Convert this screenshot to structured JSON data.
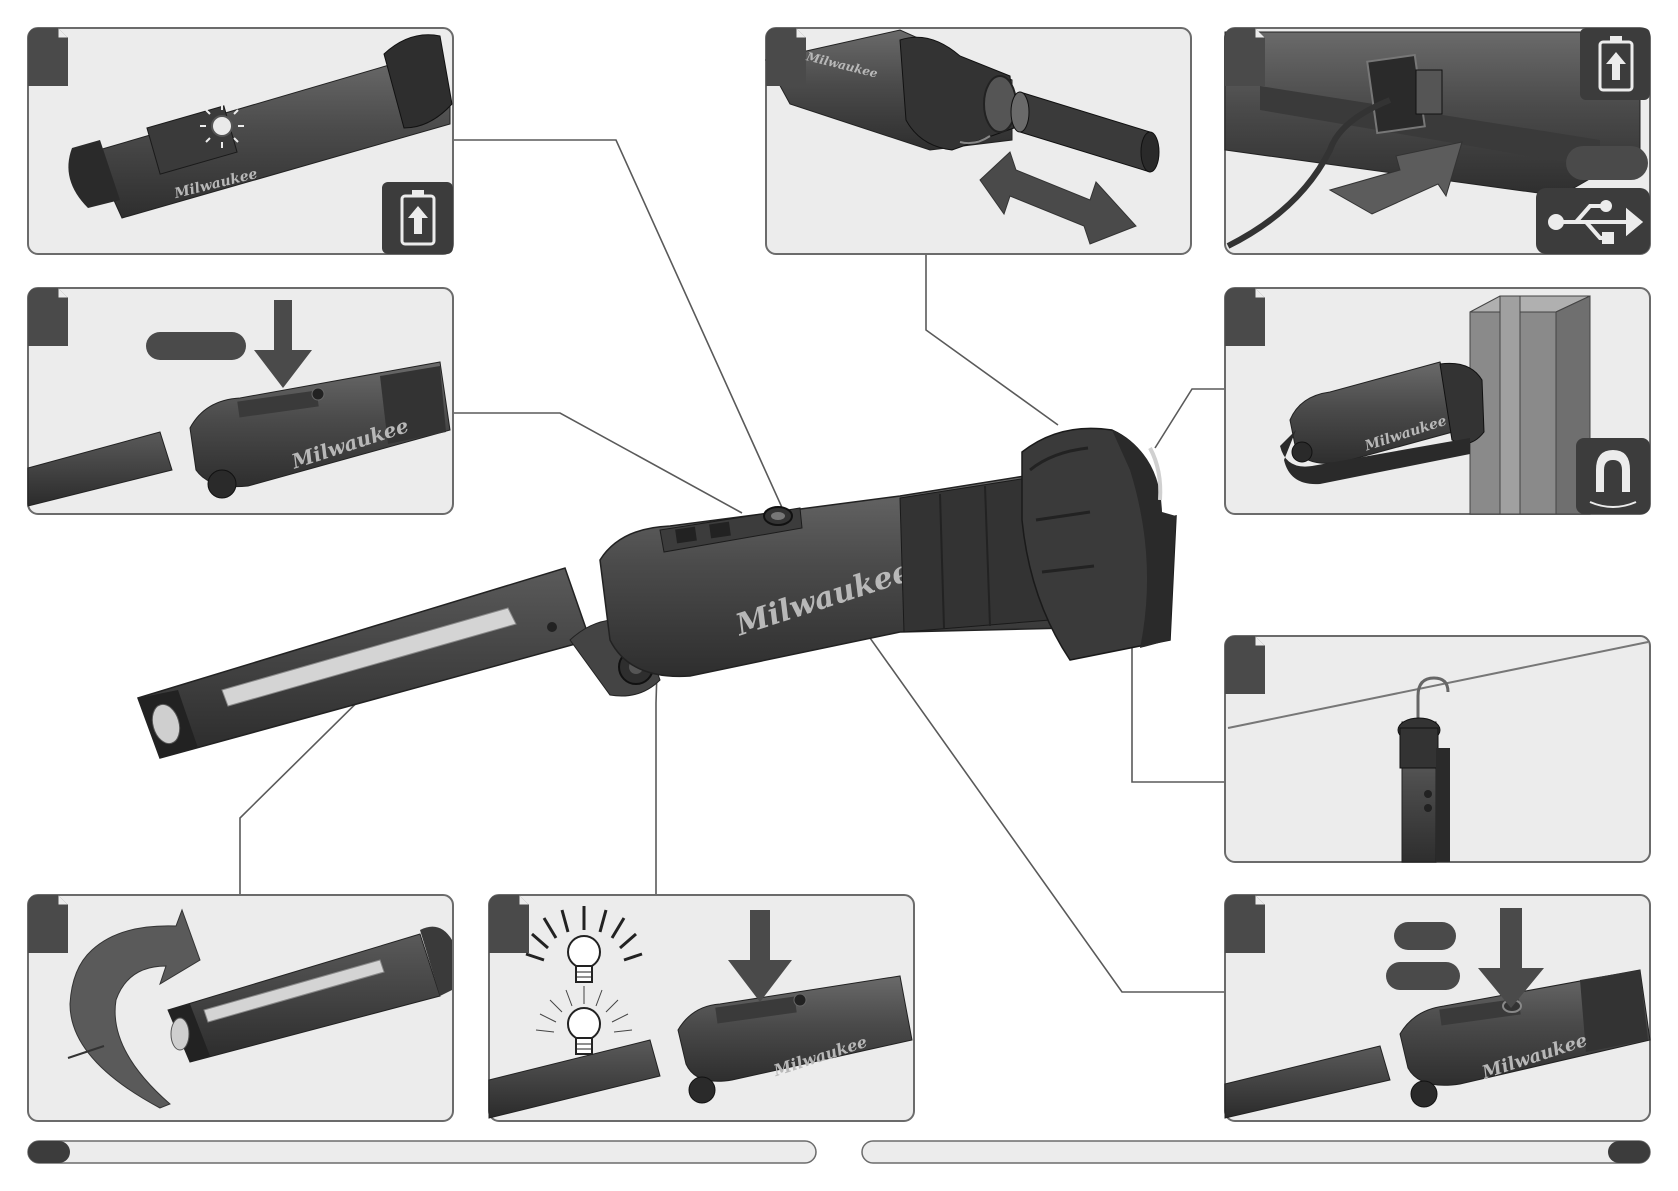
{
  "brand": "Milwaukee",
  "colors": {
    "page": "#ffffff",
    "panel_fill": "#ececec",
    "panel_border": "#6b6b6b",
    "tool_dark": "#3a3a3a",
    "tool_mid": "#555555",
    "tool_light": "#7a7a7a",
    "lens": "#d7d7d7",
    "badge": "#4a4a4a",
    "connector": "#5a5a5a"
  },
  "panels": [
    {
      "id": "charge-indicator",
      "icon": "battery-charge-icon"
    },
    {
      "id": "power-button",
      "icon": "pill-label"
    },
    {
      "id": "battery-swap",
      "icon": "double-arrow-icon"
    },
    {
      "id": "usb-charging",
      "icon": "usb-icon"
    },
    {
      "id": "magnet-mount",
      "icon": "magnet-icon"
    },
    {
      "id": "hook-hang",
      "icon": "hook-icon"
    },
    {
      "id": "head-rotation",
      "icon": "rotate-arrow-icon"
    },
    {
      "id": "brightness-modes",
      "icon": "bulb-icon"
    },
    {
      "id": "mode-button",
      "icon": "pill-label"
    }
  ]
}
